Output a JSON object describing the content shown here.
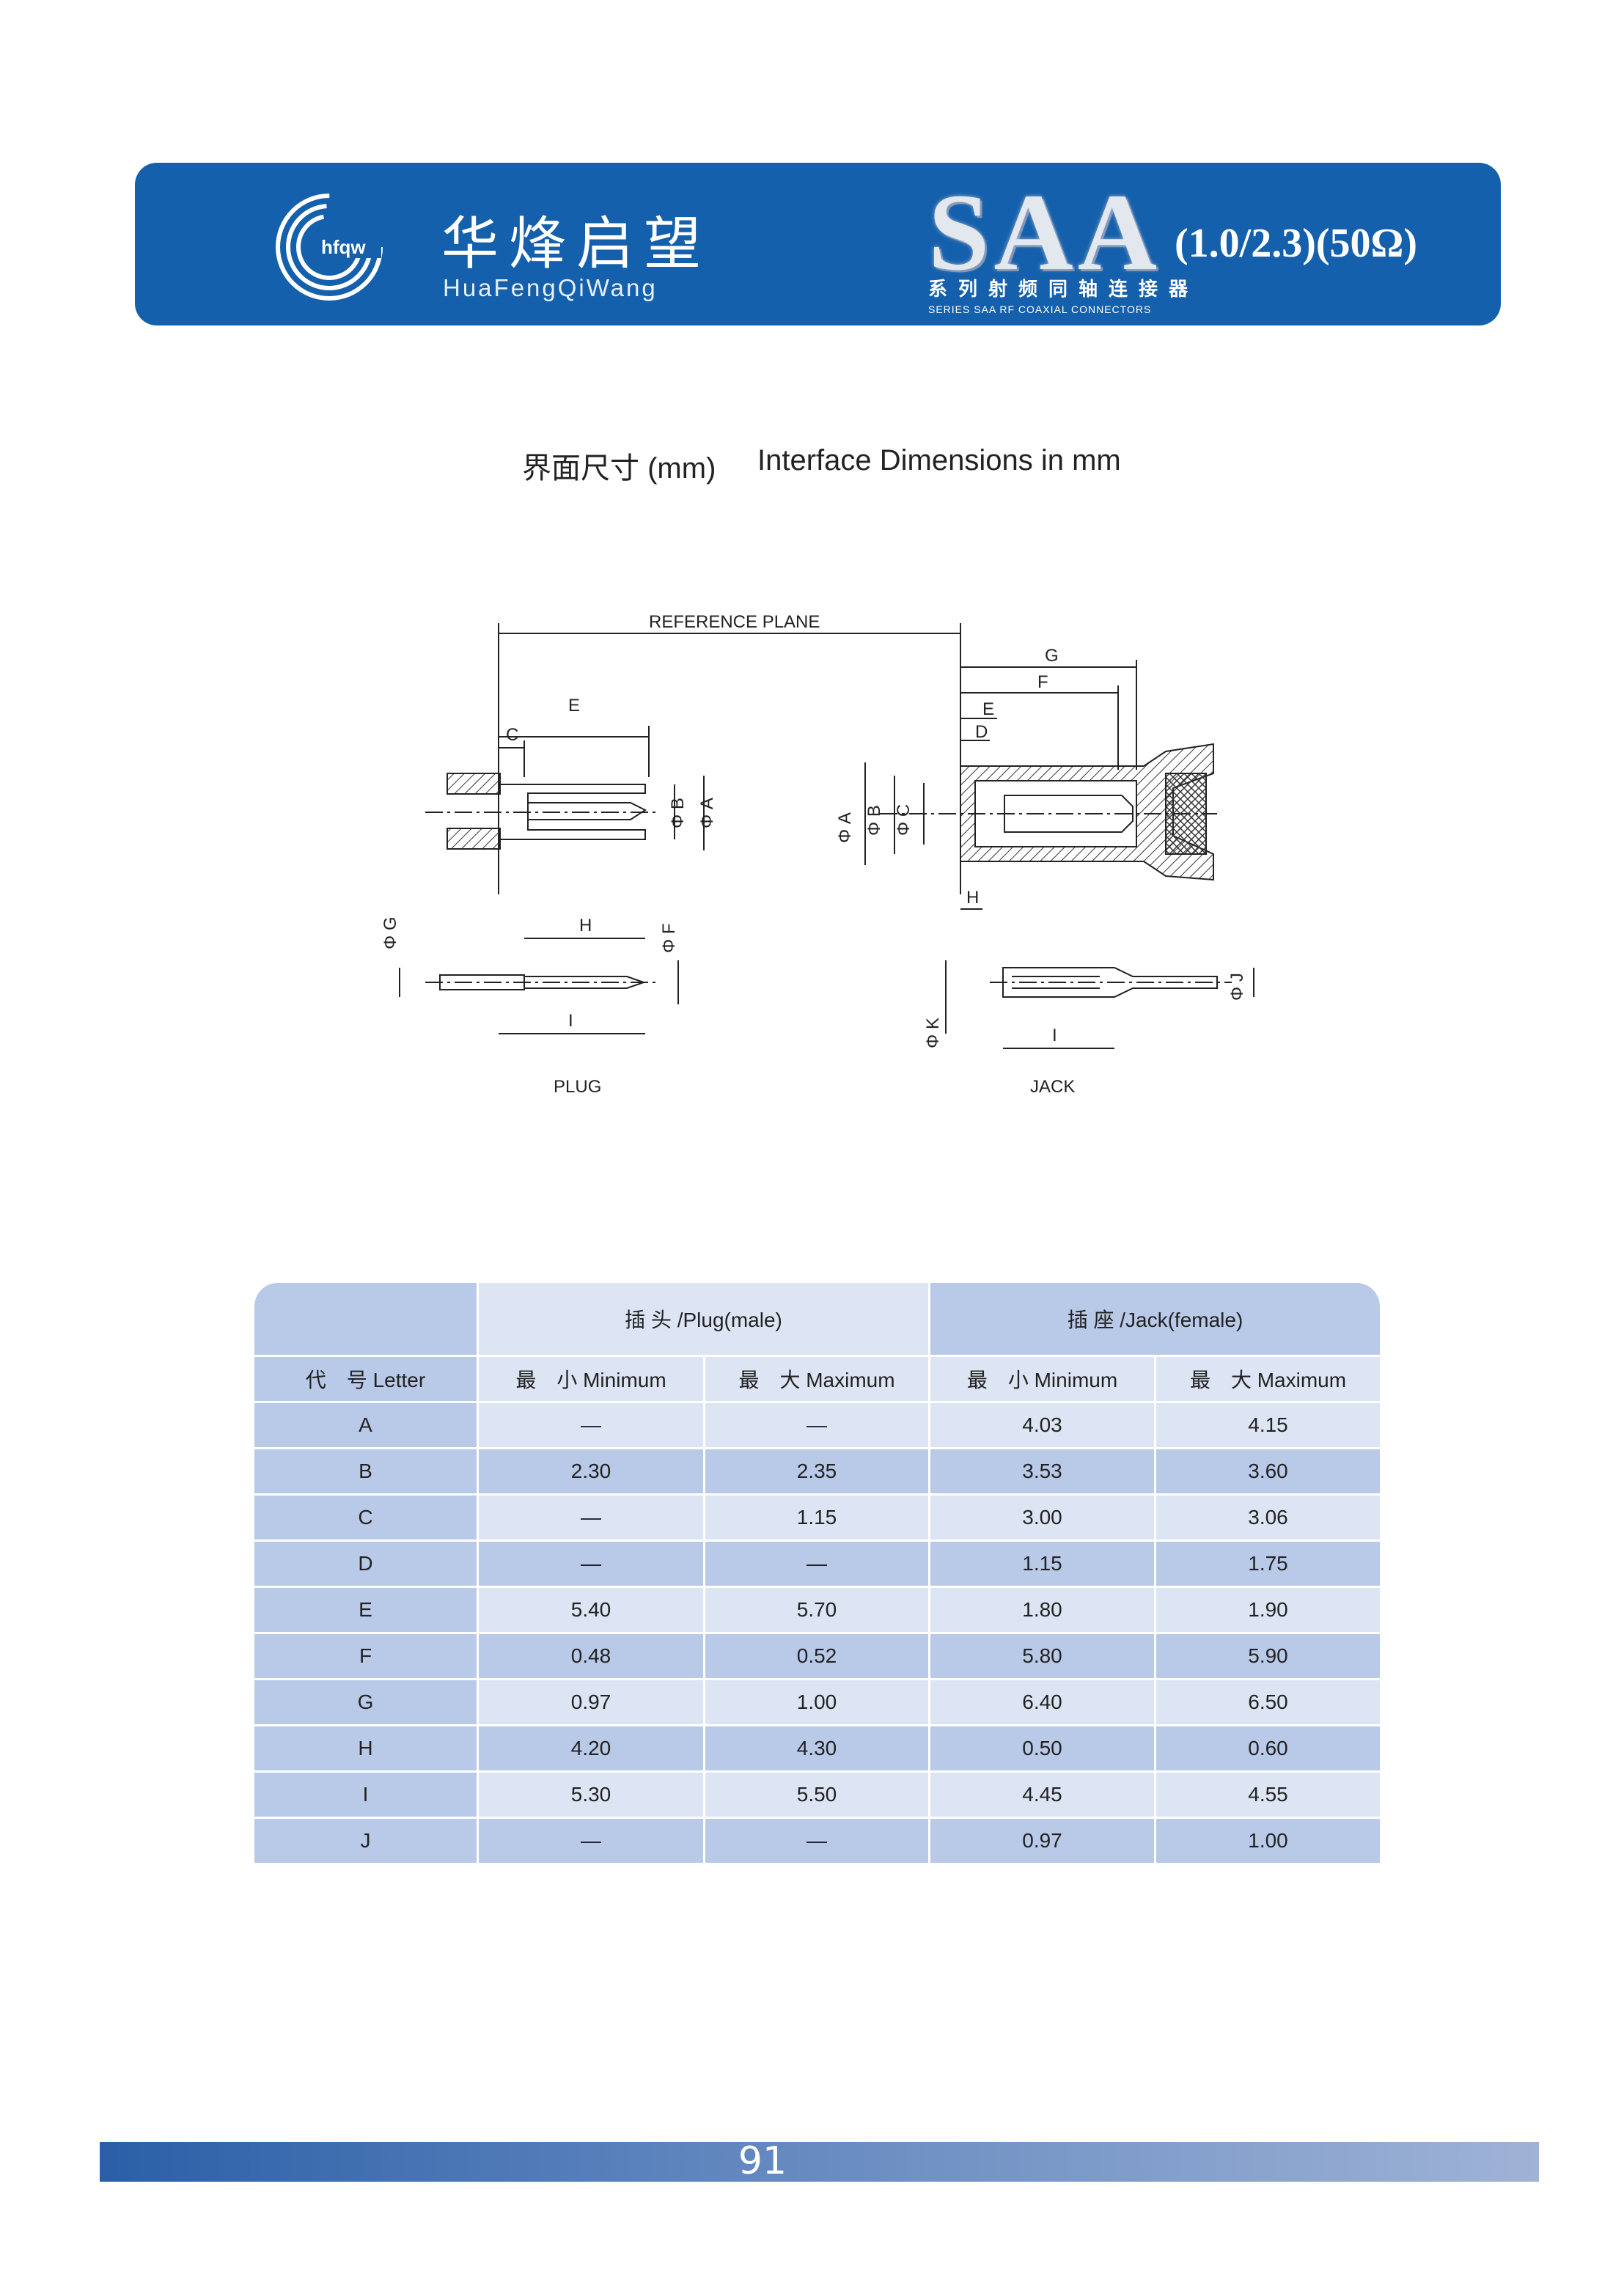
{
  "header": {
    "logo_text": "hfqw",
    "brand_cn": "华烽启望",
    "brand_en": "HuaFengQiWang",
    "series": "SAA",
    "spec": "(1.0/2.3)(50Ω)",
    "series_cn": "系列射频同轴连接器",
    "series_en": "SERIES SAA RF COAXIAL CONNECTORS"
  },
  "section": {
    "title_cn": "界面尺寸 (mm)",
    "title_en": "Interface Dimensions in mm"
  },
  "drawing": {
    "reference_plane": "REFERENCE PLANE",
    "plug_caption": "PLUG",
    "jack_caption": "JACK",
    "labels": {
      "plug_e": "E",
      "plug_c": "C",
      "plug_phi_b": "Φ B",
      "plug_phi_a": "Φ A",
      "plug_phi_g": "Φ G",
      "plug_h": "H",
      "plug_phi_f": "Φ F",
      "plug_i": "I",
      "jack_g": "G",
      "jack_f": "F",
      "jack_e": "E",
      "jack_d": "D",
      "jack_phi_a": "Φ A",
      "jack_phi_b": "Φ B",
      "jack_phi_c": "Φ C",
      "jack_h": "H",
      "jack_phi_k": "Φ K",
      "jack_phi_j": "Φ J",
      "jack_i": "I"
    }
  },
  "table": {
    "plug_header": "插 头 /Plug(male)",
    "jack_header": "插 座 /Jack(female)",
    "letter_header": "代　号 Letter",
    "min_header": "最　小 Minimum",
    "max_header": "最　大 Maximum",
    "rows": [
      {
        "letter": "A",
        "plug_min": "—",
        "plug_max": "—",
        "jack_min": "4.03",
        "jack_max": "4.15"
      },
      {
        "letter": "B",
        "plug_min": "2.30",
        "plug_max": "2.35",
        "jack_min": "3.53",
        "jack_max": "3.60"
      },
      {
        "letter": "C",
        "plug_min": "—",
        "plug_max": "1.15",
        "jack_min": "3.00",
        "jack_max": "3.06"
      },
      {
        "letter": "D",
        "plug_min": "—",
        "plug_max": "—",
        "jack_min": "1.15",
        "jack_max": "1.75"
      },
      {
        "letter": "E",
        "plug_min": "5.40",
        "plug_max": "5.70",
        "jack_min": "1.80",
        "jack_max": "1.90"
      },
      {
        "letter": "F",
        "plug_min": "0.48",
        "plug_max": "0.52",
        "jack_min": "5.80",
        "jack_max": "5.90"
      },
      {
        "letter": "G",
        "plug_min": "0.97",
        "plug_max": "1.00",
        "jack_min": "6.40",
        "jack_max": "6.50"
      },
      {
        "letter": "H",
        "plug_min": "4.20",
        "plug_max": "4.30",
        "jack_min": "0.50",
        "jack_max": "0.60"
      },
      {
        "letter": "I",
        "plug_min": "5.30",
        "plug_max": "5.50",
        "jack_min": "4.45",
        "jack_max": "4.55"
      },
      {
        "letter": "J",
        "plug_min": "—",
        "plug_max": "—",
        "jack_min": "0.97",
        "jack_max": "1.00"
      }
    ]
  },
  "footer": {
    "page_number": "91"
  }
}
